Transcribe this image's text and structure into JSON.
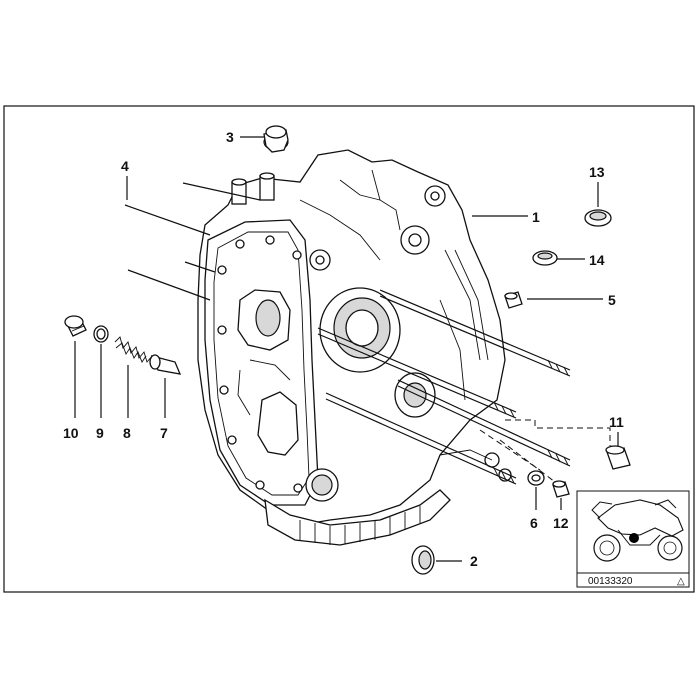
{
  "diagram": {
    "callouts": [
      {
        "id": "1",
        "label": "1"
      },
      {
        "id": "2",
        "label": "2"
      },
      {
        "id": "3",
        "label": "3"
      },
      {
        "id": "4",
        "label": "4"
      },
      {
        "id": "5",
        "label": "5"
      },
      {
        "id": "6",
        "label": "6"
      },
      {
        "id": "7",
        "label": "7"
      },
      {
        "id": "8",
        "label": "8"
      },
      {
        "id": "9",
        "label": "9"
      },
      {
        "id": "10",
        "label": "10"
      },
      {
        "id": "11",
        "label": "11"
      },
      {
        "id": "12",
        "label": "12"
      },
      {
        "id": "13",
        "label": "13"
      },
      {
        "id": "14",
        "label": "14"
      }
    ],
    "document_number": "00133320",
    "triangle_glyph": "△"
  }
}
